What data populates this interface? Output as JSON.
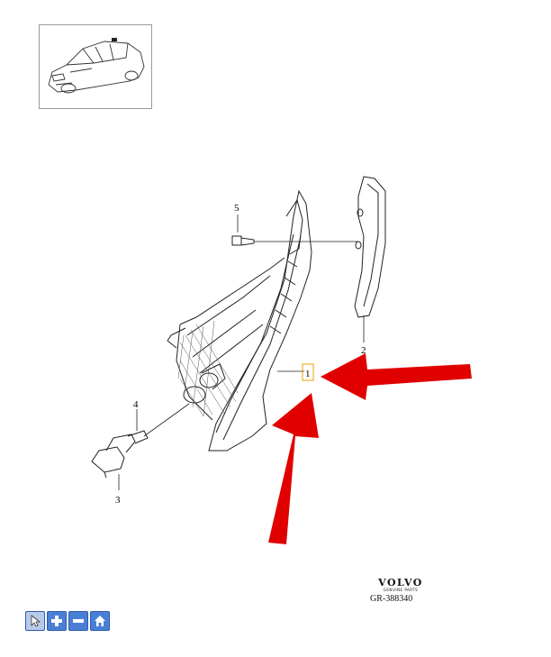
{
  "callouts": [
    {
      "id": "1",
      "label": "1"
    },
    {
      "id": "2",
      "label": "2"
    },
    {
      "id": "3",
      "label": "3"
    },
    {
      "id": "4",
      "label": "4"
    },
    {
      "id": "5",
      "label": "5"
    }
  ],
  "brand": {
    "logo": "VOLVO",
    "tagline": "GENUINE PARTS"
  },
  "reference": "GR-388340",
  "toolbar": {
    "icons": [
      "pointer-icon",
      "zoom-in-icon",
      "zoom-out-icon",
      "home-icon"
    ]
  },
  "colors": {
    "arrow": "#e00000",
    "highlight": "#e8a000",
    "toolbar": "#4a7fd6"
  }
}
